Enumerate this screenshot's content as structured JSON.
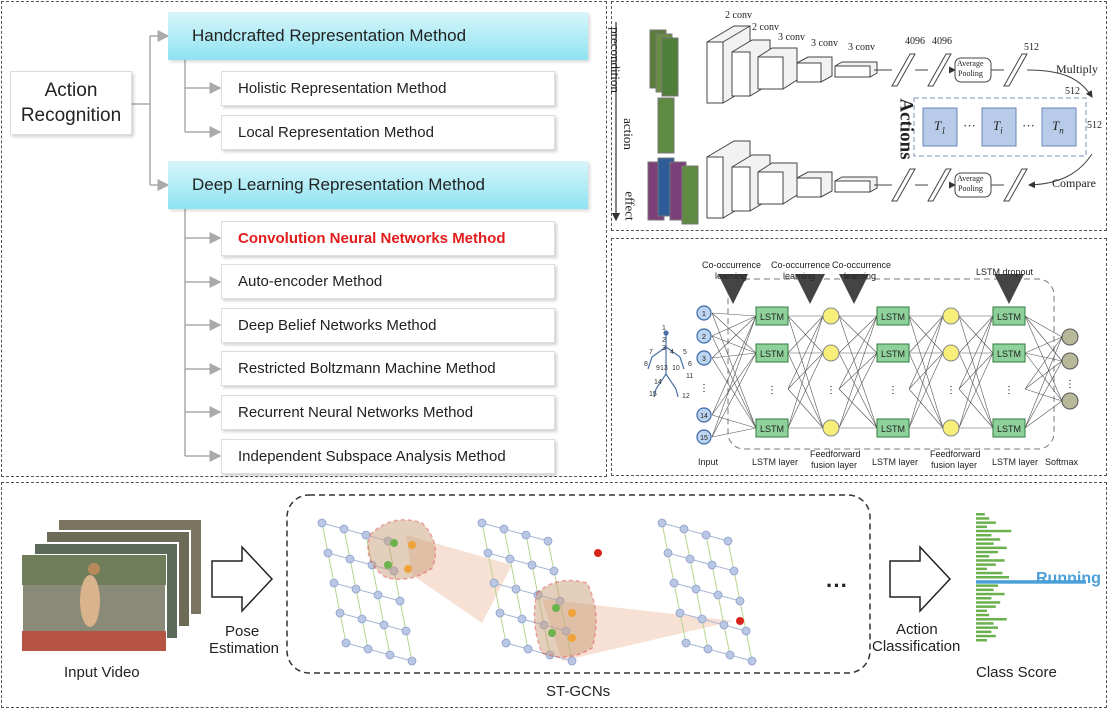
{
  "taxonomy": {
    "root_line1": "Action",
    "root_line2": "Recognition",
    "handcrafted": {
      "title": "Handcrafted Representation Method",
      "children": [
        "Holistic Representation Method",
        "Local Representation Method"
      ]
    },
    "deep": {
      "title": "Deep Learning Representation Method",
      "children": [
        "Convolution Neural Networks Method",
        "Auto-encoder Method",
        "Deep Belief Networks Method",
        "Restricted Boltzmann Machine Method",
        "Recurrent Neural Networks Method",
        "Independent Subspace Analysis Method"
      ],
      "highlight_color": "#e21b1b"
    }
  },
  "cnn": {
    "side_labels": [
      "precondition",
      "action",
      "effect"
    ],
    "conv_labels": [
      "2 conv",
      "2 conv",
      "3 conv",
      "3 conv",
      "3 conv"
    ],
    "fc_labels": [
      "4096",
      "4096"
    ],
    "pool_label_1": "Average",
    "pool_label_2": "Pooling",
    "dim_512": "512",
    "multiply": "Multiply",
    "compare": "Compare",
    "actions": "Actions",
    "t_labels": [
      "T",
      "T",
      "T"
    ],
    "t_subs": [
      "1",
      "i",
      "n"
    ],
    "dots": "···"
  },
  "lstm": {
    "top_labels": [
      "Co-occurrence",
      "Co-occurrence",
      "Co-occurrence",
      "LSTM dropout"
    ],
    "top_labels_2": [
      "learning",
      "learning",
      "learning"
    ],
    "cell": "LSTM",
    "input_ids": [
      "1",
      "2",
      "3",
      "⋮",
      "14",
      "15"
    ],
    "bottom_labels": [
      "Input",
      "LSTM layer",
      "Feedforward",
      "LSTM layer",
      "Feedforward",
      "LSTM layer",
      "Softmax"
    ],
    "bottom_labels_2": [
      "fusion layer",
      "fusion layer"
    ],
    "skeleton_ids": [
      "1",
      "2",
      "3",
      "4",
      "5",
      "6",
      "7",
      "8",
      "9",
      "10",
      "11",
      "12",
      "13",
      "14",
      "15"
    ]
  },
  "stgcn": {
    "input_video": "Input Video",
    "pose1": "Pose",
    "pose2": "Estimation",
    "st_gcns": "ST-GCNs",
    "ellipsis": "···",
    "action1": "Action",
    "action2": "Classification",
    "class_score": "Class Score",
    "running": "Running",
    "running_color": "#4a9fd8",
    "bar_color": "#6ab04c",
    "class_scores": [
      0.08,
      0.12,
      0.18,
      0.1,
      0.32,
      0.14,
      0.22,
      0.16,
      0.28,
      0.2,
      0.12,
      0.26,
      0.18,
      0.1,
      0.24,
      0.3,
      0.12,
      0.2,
      0.16,
      0.26,
      0.14,
      0.22,
      0.18,
      0.1,
      0.12,
      0.28,
      0.16,
      0.2,
      0.14,
      0.18,
      0.1
    ],
    "running_index": 16,
    "running_score": 1.0
  }
}
